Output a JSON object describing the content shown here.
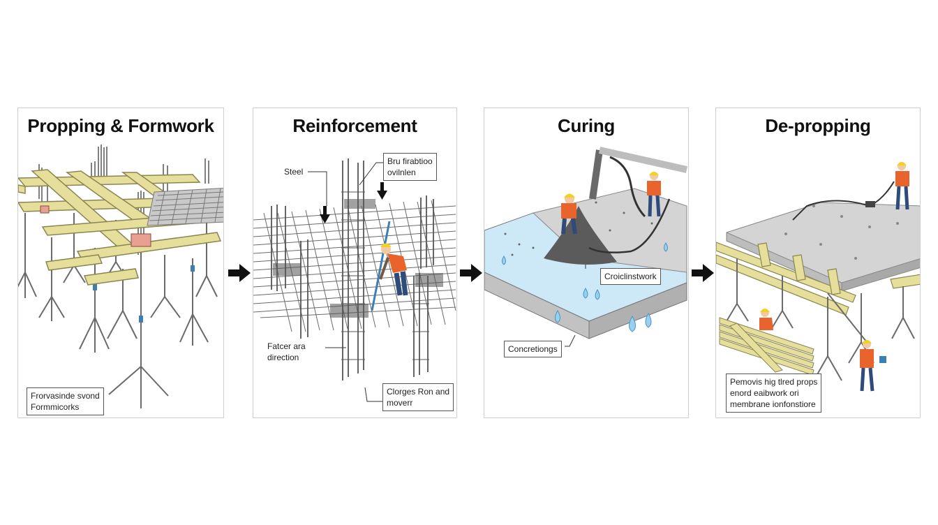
{
  "panels": [
    {
      "title": "Propping & Formwork",
      "callouts": [
        [
          "Frorvasinde svond",
          "Formmicorks"
        ]
      ]
    },
    {
      "title": "Reinforcement",
      "callouts": [
        [
          "Bru firabtioo",
          "ovilnlen"
        ],
        [
          "Clorges Ron and",
          "moverr"
        ]
      ],
      "labels": [
        [
          "Steel"
        ],
        [
          "Fatcer ara",
          "direction"
        ]
      ]
    },
    {
      "title": "Curing",
      "callouts": [
        [
          "Croiclinstwork"
        ],
        [
          "Concretiongs"
        ]
      ]
    },
    {
      "title": "De-propping",
      "callouts": [
        [
          "Pemovis hig tlred props",
          "enord eaibwork ori",
          "membrane ionfonstiore"
        ]
      ]
    }
  ],
  "arrows": [
    "arrow-right-icon",
    "arrow-right-icon",
    "arrow-right-icon"
  ],
  "colors": {
    "timber": "#e6df9c",
    "timber_edge": "#8a8450",
    "steel": "#6a6a6a",
    "concrete": "#d4d4d4",
    "water": "#cde8f7",
    "vest": "#e8642c",
    "helmet": "#f3d21c"
  }
}
